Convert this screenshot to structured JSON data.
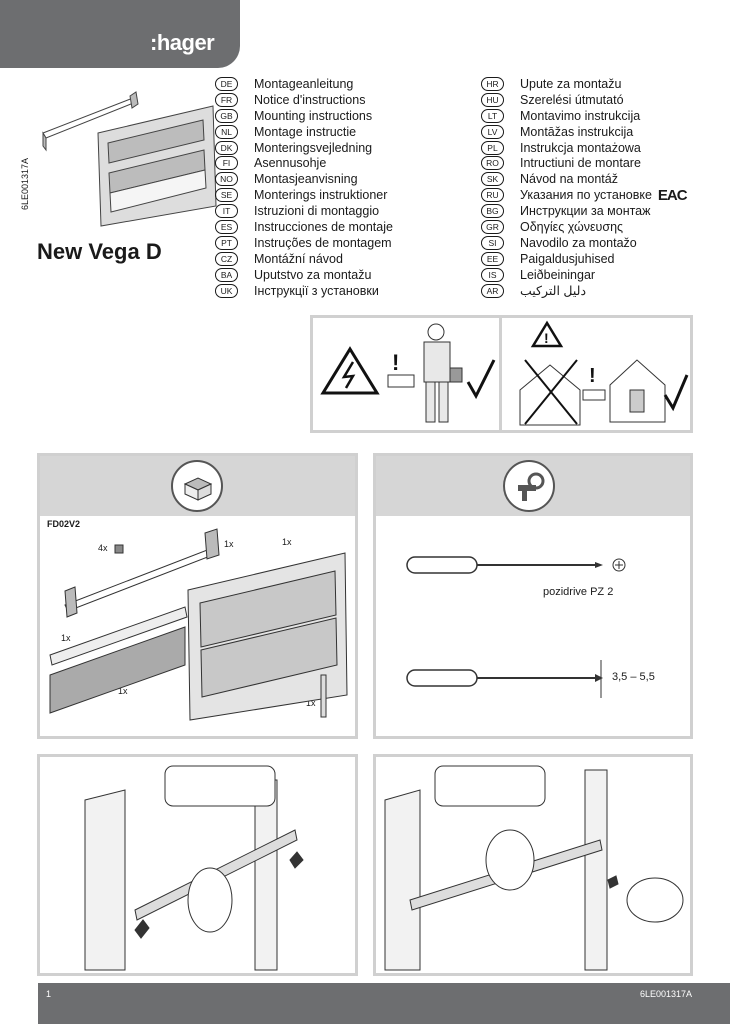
{
  "brand": {
    "logo": ":hager"
  },
  "doc_code": "6LE001317A",
  "product_name": "New Vega D",
  "languages_left": [
    {
      "code": "DE",
      "text": "Montageanleitung"
    },
    {
      "code": "FR",
      "text": "Notice d'instructions"
    },
    {
      "code": "GB",
      "text": "Mounting instructions"
    },
    {
      "code": "NL",
      "text": "Montage instructie"
    },
    {
      "code": "DK",
      "text": "Monteringsvejledning"
    },
    {
      "code": "FI",
      "text": "Asennusohje"
    },
    {
      "code": "NO",
      "text": "Montasjeanvisning"
    },
    {
      "code": "SE",
      "text": "Monterings instruktioner"
    },
    {
      "code": "IT",
      "text": "Istruzioni di montaggio"
    },
    {
      "code": "ES",
      "text": "Instrucciones de montaje"
    },
    {
      "code": "PT",
      "text": "Instruções de montagem"
    },
    {
      "code": "CZ",
      "text": "Montážní návod"
    },
    {
      "code": "BA",
      "text": "Uputstvo za montažu"
    },
    {
      "code": "UK",
      "text": "Інструкції з установки"
    }
  ],
  "languages_right": [
    {
      "code": "HR",
      "text": "Upute za montažu"
    },
    {
      "code": "HU",
      "text": "Szerelési útmutató"
    },
    {
      "code": "LT",
      "text": "Montavimo instrukcija"
    },
    {
      "code": "LV",
      "text": "Montāžas instrukcija"
    },
    {
      "code": "PL",
      "text": "Instrukcja montażowa"
    },
    {
      "code": "RO",
      "text": "Intructiuni de montare"
    },
    {
      "code": "SK",
      "text": "Návod na montáž"
    },
    {
      "code": "RU",
      "text": "Указания по установке"
    },
    {
      "code": "BG",
      "text": "Инструкции за монтаж"
    },
    {
      "code": "GR",
      "text": "Οδηγίες χώνευσης"
    },
    {
      "code": "SI",
      "text": "Navodilo za montažo"
    },
    {
      "code": "EE",
      "text": "Paigaldusjuhised"
    },
    {
      "code": "IS",
      "text": "Leiðbeiningar"
    },
    {
      "code": "AR",
      "text": "دليل التركيب"
    }
  ],
  "eac_mark": "EAC",
  "contents": {
    "kit_ref": "FD02V2",
    "qty_screws": "4x",
    "qty_rail": "1x",
    "qty_frame": "1x",
    "qty_strip": "1x",
    "qty_brush": "1x",
    "qty_key": "1x"
  },
  "tools": {
    "tool1_label": "pozidrive PZ 2",
    "tool2_label": "3,5 – 5,5"
  },
  "footer": {
    "page": "1",
    "code": "6LE001317A"
  },
  "colors": {
    "header_grey": "#6d6e70",
    "panel_grey": "#d6d6d6",
    "border_grey": "#d0d0d0"
  }
}
